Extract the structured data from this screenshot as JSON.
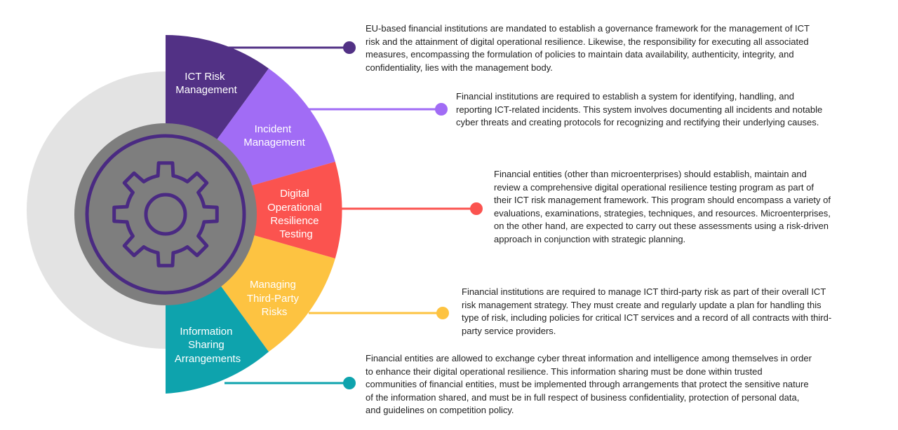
{
  "colors": {
    "ict_risk": "#523185",
    "incident": "#A16CF5",
    "testing": "#FB534F",
    "third_party": "#FDC341",
    "info_sharing": "#0EA3AD",
    "outer_circle": "#E3E3E3",
    "gear_disc": "#7E7E7E",
    "gear_line": "#4A2A82"
  },
  "hub": {
    "icon": "gear-icon"
  },
  "segments": [
    {
      "id": "ict-risk-management",
      "label_lines": [
        "ICT Risk",
        "Management"
      ],
      "color": "#523185",
      "description_lines": [
        "EU-based financial institutions are mandated to establish a governance framework for the management of ICT",
        "risk and the  attainment of digital operational resilience. Likewise, the responsibility for executing all associated",
        "measures, encompassing the formulation of policies to maintain data availability, authenticity, integrity, and",
        "confidentiality, lies with the management body."
      ]
    },
    {
      "id": "incident-management",
      "label_lines": [
        "Incident",
        "Management"
      ],
      "color": "#A16CF5",
      "description_lines": [
        "Financial institutions are required to establish a system for identifying, handling, and",
        "reporting  ICT-related incidents. This system involves documenting  all incidents and notable",
        "cyber threats and creating protocols for recognizing and rectifying their underlying causes."
      ]
    },
    {
      "id": "digital-operational-resilience-testing",
      "label_lines": [
        "Digital",
        "Operational",
        "Resilience",
        "Testing"
      ],
      "color": "#FB534F",
      "description_lines": [
        "Financial entities (other than microenterprises) should establish, maintain and",
        "review a comprehensive digital operational resilience testing program as part of",
        "their ICT risk management framework.  This program should encompass a variety of",
        "evaluations, examinations, strategies, techniques, and resources. Microenterprises,",
        "on the other hand, are expected to carry out these assessments using a risk-driven",
        "approach  in conjunction  with strategic planning."
      ]
    },
    {
      "id": "managing-third-party-risks",
      "label_lines": [
        "Managing",
        "Third-Party",
        "Risks"
      ],
      "color": "#FDC341",
      "description_lines": [
        "Financial institutions are required to manage ICT third-party risk as part of their overall ICT",
        "risk management strategy. They must create and regularly update a plan for handling this",
        "type of risk, including policies for critical ICT services and a record of all contracts with third-",
        "party service providers."
      ]
    },
    {
      "id": "information-sharing-arrangements",
      "label_lines": [
        "Information",
        "Sharing",
        "Arrangements"
      ],
      "color": "#0EA3AD",
      "description_lines": [
        "Financial entities are allowed to exchange cyber threat information  and intelligence among themselves in order",
        "to enhance their digital operational resilience. This information sharing must be done within trusted",
        "communities of financial entities, must be implemented through arrangements that protect the sensitive nature",
        "of the information  shared, and must be in full respect of business confidentiality, protection  of personal data,",
        "and guidelines on competition  policy."
      ]
    }
  ]
}
